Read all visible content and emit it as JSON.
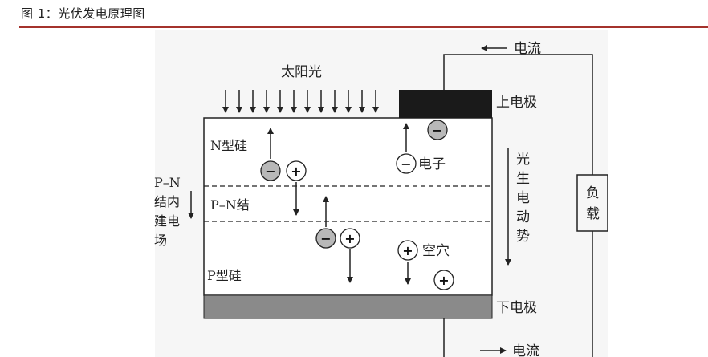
{
  "caption": "图 1：光伏发电原理图",
  "colors": {
    "rule": "#a4322c",
    "top_electrode": "#1a1a1a",
    "bottom_electrode": "#8a8a8a",
    "electron_fill": "#b8b8b8",
    "hole_fill": "#ffffff",
    "line": "#222222"
  },
  "diagram": {
    "sunlight": "太阳光",
    "top_electrode": "上电极",
    "bottom_electrode": "下电极",
    "current_top": "电流",
    "current_bottom": "电流",
    "load_1": "负",
    "load_2": "载",
    "n_si": "N型硅",
    "p_si": "P型硅",
    "pn_junction": "P–N结",
    "electron": "电子",
    "hole": "空穴",
    "field_1": "P–N",
    "field_2": "结内",
    "field_3": "建电",
    "field_4": "场",
    "emf_1": "光",
    "emf_2": "生",
    "emf_3": "电",
    "emf_4": "动",
    "emf_5": "势",
    "minus": "−",
    "plus": "+"
  }
}
